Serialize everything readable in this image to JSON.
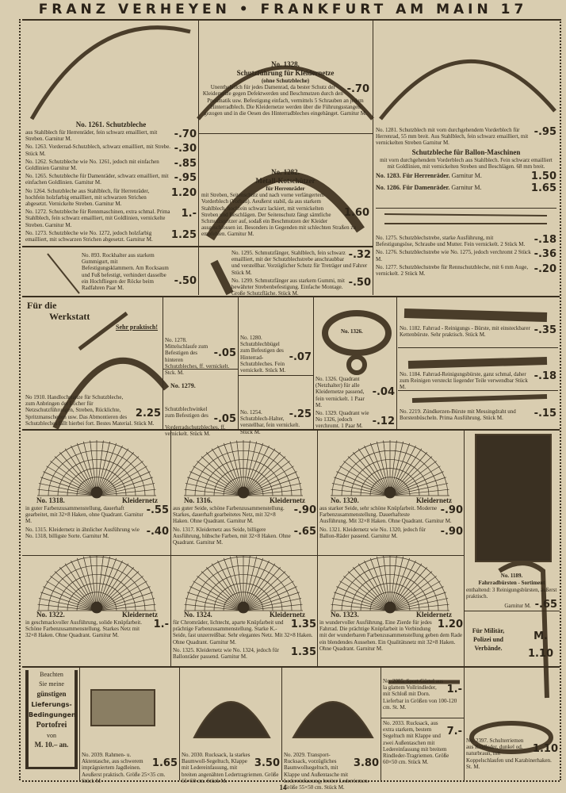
{
  "header": "FRANZ VERHEYEN • FRANKFURT AM MAIN 17",
  "page_number": "14",
  "fenders": {
    "title_no": "No. 1261.",
    "title": "Schutzbleche",
    "items": [
      {
        "text": "aus Stahlblech für Herrenräder, fein schwarz emailliert, mit Streben.",
        "unit": "Garnitur M.",
        "price": "-.70"
      },
      {
        "text": "No. 1263. Vorderrad-Schutzblech, schwarz emailliert, mit Strebe.",
        "unit": "Stück M.",
        "price": "-.30"
      },
      {
        "text": "No. 1262. Schutzbleche wie No. 1261, jedoch mit einfachen Goldlinien",
        "unit": "Garnitur M.",
        "price": "-.85"
      },
      {
        "text": "No. 1265. Schutzbleche für Damenräder, schwarz emailliert, mit einfachen Goldlinien.",
        "unit": "Garnitur M.",
        "price": "-.95"
      },
      {
        "text": "No 1264. Schutzbleche aus Stahlblech, für Herrenräder, hochfein holzfarbig emailliert, mit schwarzen Strichen abgesetzt. Vernickelte Streben.",
        "unit": "Garnitur M.",
        "price": "1.20"
      },
      {
        "text": "No. 1272. Schutzbleche für Rennmaschinen, extra schmal. Prima Stahlblech, fein schwarz emailliert, mit Goldlinien, vernickelte Streben.",
        "unit": "Garnitur M.",
        "price": "1.-"
      },
      {
        "text": "No. 1273. Schutzbleche wie No. 1272, jedoch holzfarbig emailliert, mit schwarzen Strichen abgesetzt.",
        "unit": "Garnitur M.",
        "price": "1.25"
      }
    ]
  },
  "guide": {
    "no": "No. 1328.",
    "title": "Schutzführung für Kleidernetze",
    "sub": "(ohne Schutzbleche)",
    "text": "Unentbehrlich für jedes Damenrad, da bester Schutz der Kleidernetze gegen Defektwerden und Beschmutzen durch den Pneumatik usw. Befestigung einfach, vermittels 5 Schrauben an jedem Hinterradblech. Die Kleidernetze werden über die Führungsstangen gezogen und in die Oesen des Hinterradbleches eingehänget.",
    "unit": "Garnitur M.",
    "price": "-.70"
  },
  "mudguard": {
    "no": "No. 1282.",
    "title": "Metall-Kotschützer",
    "sub": "für Herrenräder",
    "text": "mit Streben, Seitenschutz und nach vorne verlängertem Vorderblech (Vorbau). Aeußerst stabil, da aus starkem Stahlblech, hochfein schwarz lackiert, mit vernickelten Streben und Beschlägen. Der Seitenschutz fängt sämtliche Schmutzspritzer auf, sodaß ein Beschmutzen der Kleider ausgeschlossen ist. Besonders in Gegenden mit schlechten Straßen zu empfehlen.",
    "unit": "Garnitur M.",
    "price": "1.60"
  },
  "right_top": {
    "i1281": {
      "text": "No. 1281. Schutzblech mit vorn durchgehendem Vorderblech für Herrenrad, 55 mm breit. Aus Stahlblech, fein schwarz emailliert, mit vernickelten Streben",
      "unit": "Garnitur M.",
      "price": "-.95"
    },
    "ballon_title": "Schutzbleche für Ballon-Maschinen",
    "ballon_text": "mit vorn durchgehendem Vorderblech aus Stahlblech. Fein schwarz emailliert mit Goldlinien, mit vernickelten Streben und Beschlägen. 68 mm breit.",
    "i1283": {
      "text": "No. 1283. Für Herrenräder.",
      "unit": "Garnitur M.",
      "price": "1.50"
    },
    "i1286": {
      "text": "No. 1286. Für Damenräder.",
      "unit": "Garnitur M.",
      "price": "1.65"
    },
    "i1275": {
      "text": "No. 1275. Schutzblechstrebe, starke Ausführung, mit Befestigungsöse, Schraube und Mutter. Fein vernickelt.",
      "unit": "2 Stück M.",
      "price": "-.18"
    },
    "i1276": {
      "text": "No. 1276. Schutzblechstrebe wie No. 1275, jedoch verchromt",
      "unit": "2 Stück M.",
      "price": "-.36"
    },
    "i1277": {
      "text": "No. 1277. Schutzblechstrebe für Rennschutzbleche, mit 6 mm Auge, vernickelt.",
      "unit": "2 Stück M.",
      "price": "-.20"
    }
  },
  "rockhalter": {
    "text": "No. 893. Rockhalter aus starkem Gummigurt, mit Befestigungsklammern. Am Rocksaum und Fuß befestigt, verhindert dasselbe ein Hochfliegen der Röcke beim Radfahren",
    "unit": "Paar M.",
    "price": "-.50"
  },
  "schmutz": [
    {
      "text": "No. 1295. Schmutzfänger, Stahlblech, fein schwarz emailliert, mit der Schutzblechstrebe anschraubbar und verstellbar. Vorzüglicher Schutz für Treträger und Fahrer",
      "unit": "Stück M.",
      "price": "-.32"
    },
    {
      "text": "No. 1299. Schmutzfänger aus starkem Gummi, mit bewährter Strebenbefestigung. Einfache Montage. Große Schutzfläche.",
      "unit": "Stück M.",
      "price": "-.50"
    }
  ],
  "werkstatt": {
    "heading1": "Für die",
    "heading2": "Werkstatt",
    "badge": "Sehr praktisch!",
    "text": "No 1910. Handlochstanze für Schutzbleche, zum Anbringen der Löcher für Netzschutzführungen, Streben, Rücklichte, Spritzmanschetten usw. Das Abmontieren des Schutzbleches fällt hierbei fort. Bestes Material.",
    "unit": "Stück M.",
    "price": "2.25"
  },
  "small_parts": [
    {
      "text": "No. 1278. Mittelschlaufe zum Befestigen des hinteren Schutzbleches, ff. vernickelt.",
      "unit": "Stck. M.",
      "price": "-.05"
    },
    {
      "label": "No. 1279.",
      "text": "Schutzblechwinkel zum Befestigen des Vorderradschutzbleches, ff. vernickelt.",
      "unit": "Stück M.",
      "price": "-.05"
    },
    {
      "text": "No. 1280. Schutzblechbügel zum Befestigen des Hinterrad-Schutzbleches. Fein vernickelt.",
      "unit": "Stück M.",
      "price": "-.07"
    },
    {
      "text": "No. 1254. Schutzblech-Halter, verstellbar, fein vernickelt.",
      "unit": "Stück M.",
      "price": "-.25"
    }
  ],
  "quadrant": {
    "label": "No. 1326.",
    "items": [
      {
        "text": "No. 1326. Quadrant (Netzhalter) für alle Kleidernetze passend, fein vernickelt.",
        "unit": "1 Paar M.",
        "price": "-.04"
      },
      {
        "text": "No. 1329. Quadrant wie No 1326, jedoch verchromt.",
        "unit": "1 Paar M.",
        "price": "-.12"
      }
    ]
  },
  "brushes": [
    {
      "text": "No. 1182. Fahrrad - Reinigungs - Bürste, mit einsteckbarer Kettenbürste. Sehr praktisch.",
      "unit": "Stück M.",
      "price": "-.35"
    },
    {
      "text": "No. 1184. Fahrrad-Reinigungsbürste, ganz schmal, daher zum Reinigen versteckt liegender Teile verwendbar",
      "unit": "Stück M.",
      "price": "-.18"
    },
    {
      "text": "No. 2219. Zündkerzen-Bürste mit Messingdraht und Borstenbüscheln. Prima Ausführung.",
      "unit": "Stück M.",
      "price": "-.15"
    }
  ],
  "nets_row1": [
    {
      "no": "No. 1318.",
      "title": "Kleidernetz",
      "text": "in guter Farbenzusammenstellung, dauerhaft gearbeitet, mit 32×8 Haken, ohne Quadrant.",
      "unit": "Garnitur M.",
      "price": "-.55",
      "extra": {
        "text": "No. 1315. Kleidernetz in ähnlicher Ausführung wie No. 1318, billigste Sorte.",
        "unit": "Garnitur M.",
        "price": "-.40"
      }
    },
    {
      "no": "No. 1316.",
      "title": "Kleidernetz",
      "text": "aus guter Seide, schöne Farbenzusammenstellung. Starkes, dauerhaft gearbeitetes Netz, mit 32×8 Haken. Ohne Quadrant.",
      "unit": "Garnitur M.",
      "price": "-.90",
      "extra": {
        "text": "No. 1317. Kleidernetz aus Seide, billigere Ausführung, hübsche Farben, mit 32×8 Haken. Ohne Quadrant.",
        "unit": "Garnitur M.",
        "price": "-.65"
      }
    },
    {
      "no": "No. 1320.",
      "title": "Kleidernetz",
      "text": "aus starker Seide, sehr schöne Knüpfarbeit. Moderne Farbenzusammenstellung. Dauerhafteste Ausführung. Mit 32×8 Haken. Ohne Quadrant.",
      "unit": "Garnitur M.",
      "price": "-.90",
      "extra": {
        "text": "No. 1321. Kleidernetz wie No. 1320, jedoch für Ballon-Räder passend.",
        "unit": "Garnitur M.",
        "price": "-.90"
      }
    }
  ],
  "brush_set": {
    "no": "No. 1189.",
    "title": "Fahrradbürsten - Sortiment",
    "text": "enthaltend: 3 Reinigungsbürsten, äußerst praktisch.",
    "unit": "Garnitur M.",
    "price": "-.65"
  },
  "nets_row2": [
    {
      "no": "No. 1322.",
      "title": "Kleidernetz",
      "text": "in geschmackvoller Ausführung, solide Knüpfarbeit. Schöne Farbenzusammenstellung. Starkes Netz mit 32×8 Haken. Ohne Quadrant.",
      "unit": "Garnitur M.",
      "price": "1.-"
    },
    {
      "no": "No. 1324.",
      "title": "Kleidernetz",
      "text": "für Chromräder, lichtecht, aparte Knüpfarbeit und prächtige Farbenzusammenstellung. Starke K.-Seide, fast unzerreißbar. Sehr elegantes Netz. Mit 32×8 Haken. Ohne Quadrant.",
      "unit": "Garnitur M.",
      "price": "1.35",
      "extra": {
        "text": "No. 1325. Kleidernetz wie No. 1324, jedoch für Ballonräder passend.",
        "unit": "Garnitur M.",
        "price": "1.35"
      }
    },
    {
      "no": "No. 1323.",
      "title": "Kleidernetz",
      "text": "in wundervoller Ausführung. Eine Zierde für jedes Fahrrad. Die prächtige Knüpfarbeit in Verbindung mit der wunderbaren Farbenzusammenstellung geben dem Rade ein blendendes Aussehen. Ein Qualitätsnetz mit 32×8 Haken. Ohne Quadrant.",
      "unit": "Garnitur M.",
      "price": "1.20"
    }
  ],
  "military": {
    "text": "Für Militär, Polizei und Verbände.",
    "currency": "M.",
    "price": "1.10"
  },
  "notice": {
    "l1": "Beachten",
    "l2": "Sie meine",
    "l3": "günstigen",
    "l4": "Lieferungs-",
    "l5": "Bedingungen",
    "l6": "Portofrei",
    "l7": "von",
    "l8": "M. 10.– an."
  },
  "bags": [
    {
      "text": "No. 2039. Rahmen- u. Aktentasche, aus schwerem imprägniertem Jagdleinen. Aeußerst praktisch. Größe 25×35 cm.",
      "unit": "Stück M",
      "price": "1.65"
    },
    {
      "text": "No. 2030. Rucksack, la starkes Baumwoll-Segeltuch, Klappe mit Ledereinfassung, mit breiten angenähten Ledertragriemen. Größe 55×50 cm.",
      "unit": "Stück M.",
      "price": "3.50"
    },
    {
      "text": "No. 2029. Transport-Rucksack, vorzügliches Baumwollsegeltuch, mit Klappe und Außentasche mit Ledereinfassung, breiter Lederriemen. Größe 55×50 cm.",
      "unit": "Stück M.",
      "price": "3.80"
    },
    {
      "text": "No. 2085. Sport-Gürtel aus la glattem Vollrindleder, mit Schloß mit Dorn. Lieferbar in Größen von 100-120 cm.",
      "unit": "St. M.",
      "price": "1.-"
    },
    {
      "text": "No. 2033. Rucksack, aus extra starkem, bestem Segeltuch mit Klappe und zwei Außentaschen mit Ledereinfassung mit breitem Rindleder-Tragriemen. Größe 60×50 cm.",
      "unit": "Stück M.",
      "price": "7.-"
    },
    {
      "text": "No. 2397. Schulterriemen aus Rindleder, dunkel od. naturbraun, mit Koppelschlaufen und Karabinerhaken.",
      "unit": "St. M.",
      "price": "1.10"
    }
  ]
}
